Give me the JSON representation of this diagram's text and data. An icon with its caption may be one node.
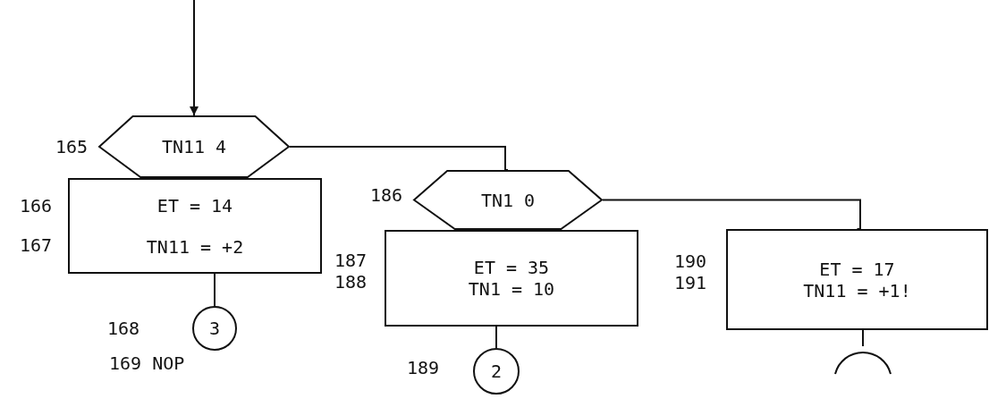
{
  "diagram": {
    "nodes": [
      {
        "text": [
          "TN11 4"
        ],
        "beside": [
          "165"
        ]
      },
      {
        "text": [
          "ET = 14",
          "TN11 = +2"
        ],
        "beside": [
          "166",
          "167"
        ]
      },
      {
        "text": [
          "3"
        ],
        "beside": [
          "168",
          "169 NOP"
        ]
      },
      {
        "text": [
          "TN1 0"
        ],
        "beside": [
          "186"
        ]
      },
      {
        "text": [
          "ET = 35",
          "TN1 = 10"
        ],
        "beside": [
          "187",
          "188"
        ]
      },
      {
        "text": [
          "2"
        ],
        "beside": [
          "189"
        ]
      },
      {
        "text": [
          "ET = 17",
          "TN11 = +1!"
        ],
        "beside": [
          "190",
          "191"
        ]
      },
      {
        "text": [],
        "shape": "circle"
      }
    ],
    "edges": [
      {
        "from": null,
        "to": 0,
        "arrow": "to"
      },
      {
        "from": 0,
        "to": 3,
        "arrow": "none"
      },
      {
        "from": 1,
        "to": 2,
        "arrow": "none"
      },
      {
        "from": 3,
        "to": 6,
        "arrow": "none"
      },
      {
        "from": 4,
        "to": 5,
        "arrow": "none"
      },
      {
        "from": 6,
        "to": 7,
        "arrow": "none"
      }
    ]
  }
}
